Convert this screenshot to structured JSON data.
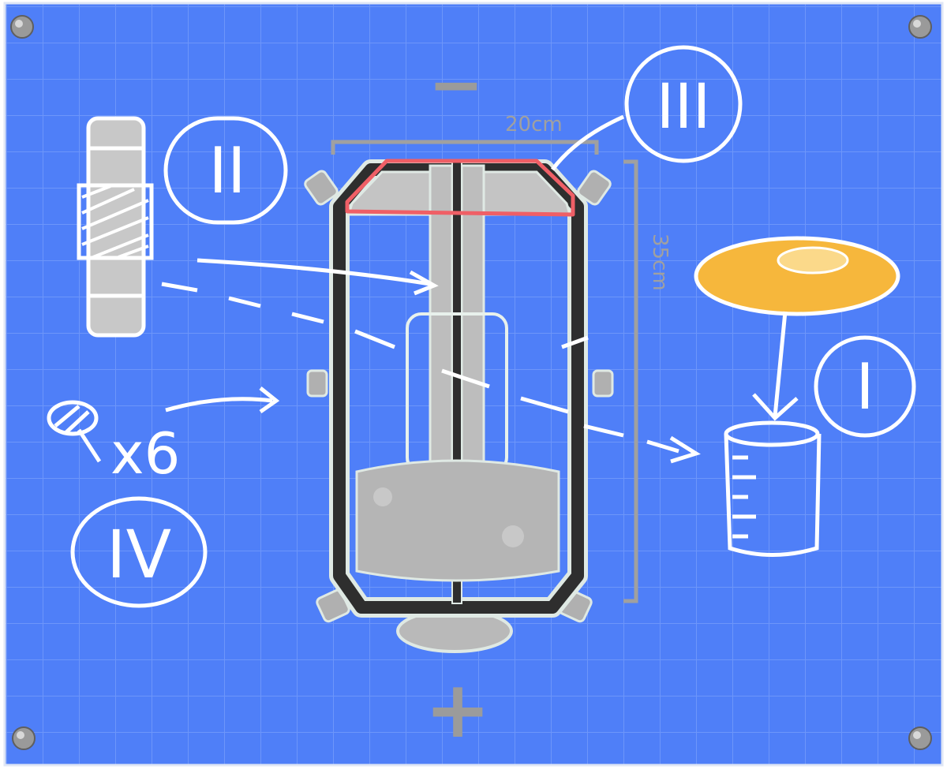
{
  "labels": {
    "roman_1": "I",
    "roman_2": "II",
    "roman_3": "III",
    "roman_4": "IV",
    "count": "x6"
  },
  "dimensions": {
    "width_label": "20cm",
    "height_label": "35cm"
  },
  "terminals": {
    "top": "−",
    "bottom": "+"
  },
  "colors": {
    "board": "#4f7ff8",
    "grid": "#7fa3fb",
    "frame": "#2e2e2e",
    "sketch": "#ffffff",
    "highlight": "#ef5f66",
    "liquid": "#f6b73c",
    "gray": "#a9a9a9",
    "dimension": "#9e9e9e"
  }
}
